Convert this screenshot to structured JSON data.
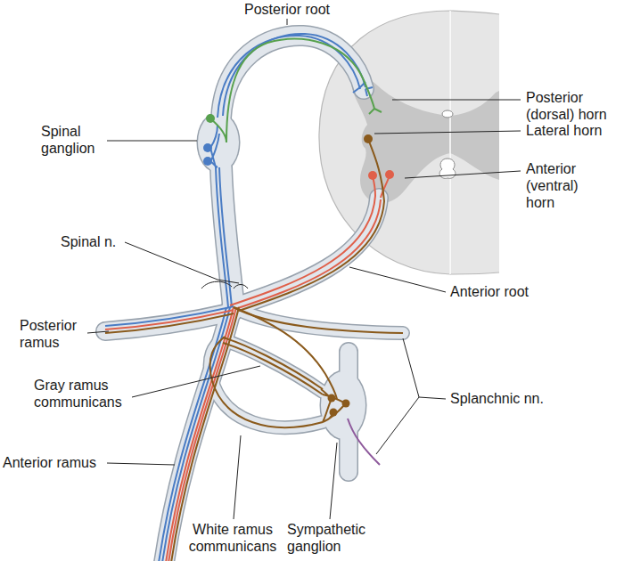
{
  "diagram": {
    "labels": [
      "Posterior root",
      "Spinal ganglion",
      "Posterior (dorsal) horn",
      "Lateral horn",
      "Anterior (ventral) horn",
      "Spinal n.",
      "Anterior root",
      "Posterior ramus",
      "Gray ramus communicans",
      "Splanchnic nn.",
      "Anterior ramus",
      "White ramus communicans",
      "Sympathetic ganglion"
    ]
  }
}
